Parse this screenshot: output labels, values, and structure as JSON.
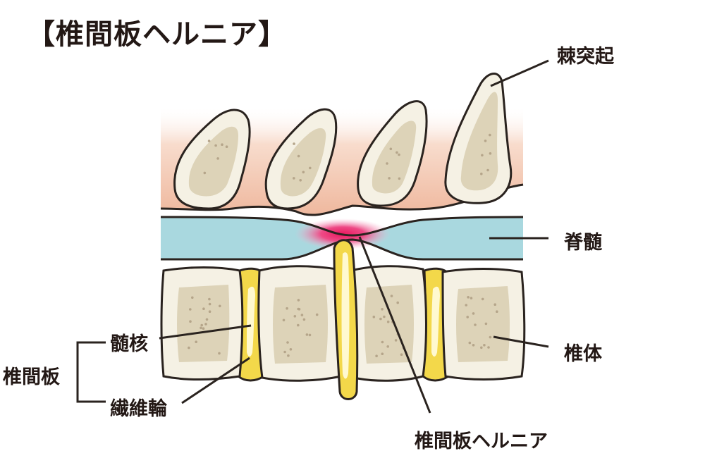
{
  "title": "【椎間板ヘルニア】",
  "labels": {
    "spinous_process": "棘突起",
    "spinal_cord": "脊髄",
    "vertebral_body": "椎体",
    "nucleus_pulposus": "髄核",
    "annulus_fibrosus": "繊維輪",
    "intervertebral_disc": "椎間板",
    "disc_herniation": "椎間板ヘルニア"
  },
  "colors": {
    "outline": "#2a231f",
    "bone_outer": "#f5f1e4",
    "bone_inner": "#ddd3b8",
    "bone_dots": "#b5a58a",
    "tissue": "#efb89e",
    "spinal_cord": "#a9d8df",
    "compression": "#e8185e",
    "disc_outer": "#f3d84a",
    "disc_inner": "#fff9d0",
    "text": "#231815"
  }
}
